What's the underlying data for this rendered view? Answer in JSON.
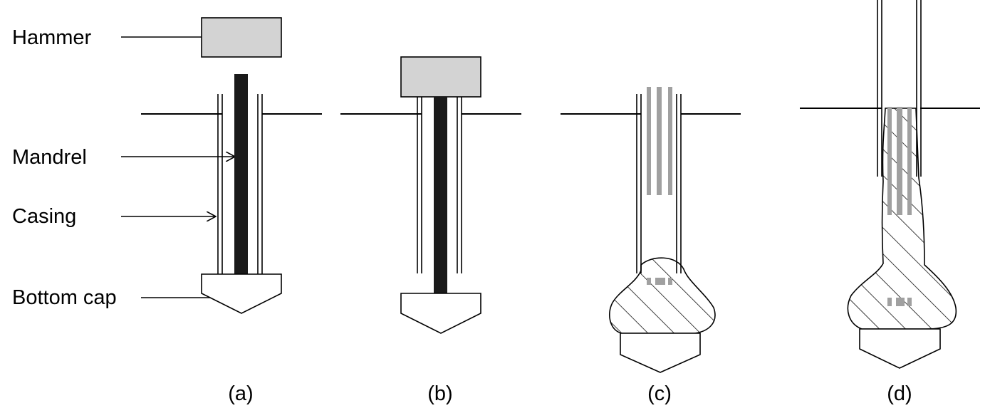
{
  "labels": {
    "hammer": "Hammer",
    "mandrel": "Mandrel",
    "casing": "Casing",
    "bottom_cap": "Bottom cap"
  },
  "panels": {
    "a": "(a)",
    "b": "(b)",
    "c": "(c)",
    "d": "(d)"
  },
  "colors": {
    "hammer_fill": "#d3d3d3",
    "mandrel_fill": "#1a1a1a",
    "reinforcement": "#a0a0a0",
    "line": "#000000"
  }
}
